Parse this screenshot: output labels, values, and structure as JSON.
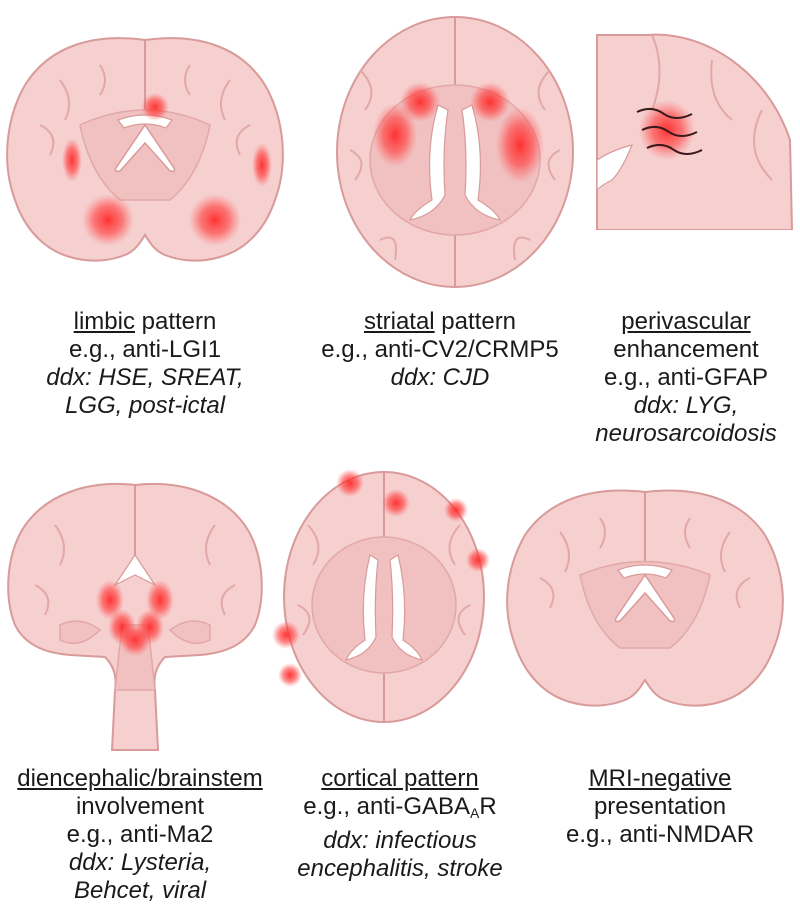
{
  "colors": {
    "brain_fill": "#f6cfcf",
    "brain_inner": "#f1c0c0",
    "brain_outline": "#d99a9a",
    "ventricle": "#ffffff",
    "lesion": "#ff3b3b"
  },
  "panels": [
    {
      "id": "limbic",
      "view": "coronal",
      "caption": {
        "title_u": "limbic",
        "title_rest": " pattern",
        "example": "e.g., anti-LGI1",
        "ddx1": "ddx: HSE, SREAT,",
        "ddx2": "LGG, post-ictal"
      }
    },
    {
      "id": "striatal",
      "view": "axial",
      "caption": {
        "title_u": "striatal",
        "title_rest": " pattern",
        "example": "e.g., anti-CV2/CRMP5",
        "ddx1": "ddx: CJD"
      }
    },
    {
      "id": "perivascular",
      "view": "coronal-detail",
      "caption": {
        "title_u": "perivascular",
        "line2": "enhancement",
        "example": "e.g., anti-GFAP",
        "ddx1": "ddx: LYG,",
        "ddx2": "neurosarcoidosis"
      }
    },
    {
      "id": "diencephalic",
      "view": "coronal-brainstem",
      "caption": {
        "title_u": "diencephalic/brainstem",
        "line2": "involvement",
        "example": "e.g., anti-Ma2",
        "ddx1": "ddx: Lysteria,",
        "ddx2": "Behcet, viral"
      }
    },
    {
      "id": "cortical",
      "view": "axial",
      "caption": {
        "title_u": "cortical pattern",
        "example_pre": "e.g., anti-GABA",
        "example_sub": "A",
        "example_post": "R",
        "ddx1": "ddx: infectious",
        "ddx2": "encephalitis, stroke"
      }
    },
    {
      "id": "mri-negative",
      "view": "coronal",
      "caption": {
        "title_u": "MRI-negative",
        "line2": "presentation",
        "example": "e.g., anti-NMDAR"
      }
    }
  ]
}
